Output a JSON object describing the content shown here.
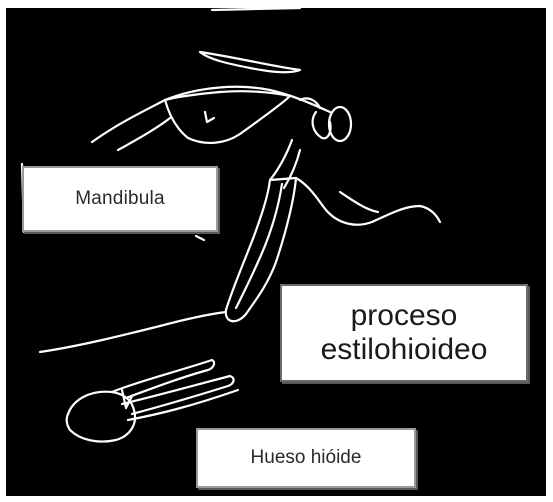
{
  "labels": {
    "mandibula": "Mandibula",
    "proceso_line1": "proceso",
    "proceso_line2": "estilohioideo",
    "hueso": "Hueso hióide"
  }
}
